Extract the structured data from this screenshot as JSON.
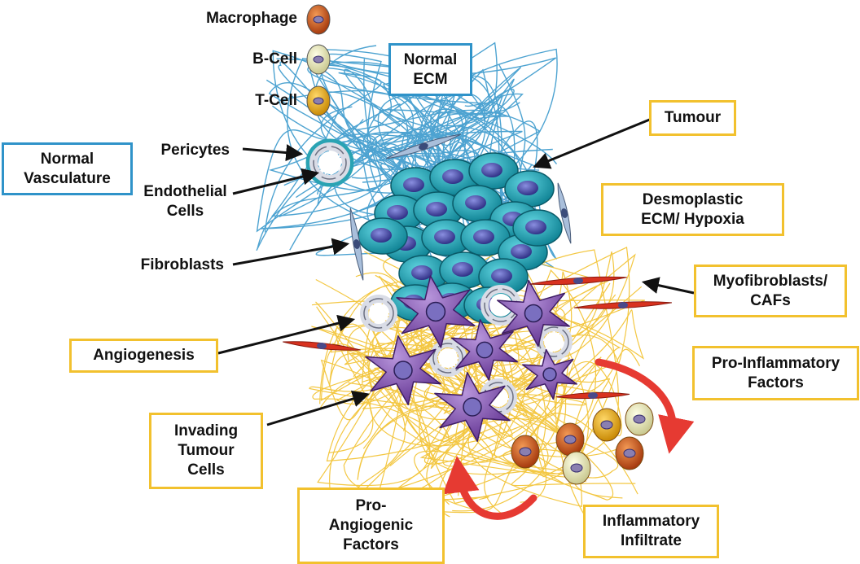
{
  "legend": {
    "macrophage": "Macrophage",
    "b_cell": "B-Cell",
    "t_cell": "T-Cell"
  },
  "labels": {
    "normal_ecm": "Normal\nECM",
    "normal_vasculature": "Normal\nVasculature",
    "pericytes": "Pericytes",
    "endothelial_cells": "Endothelial\nCells",
    "fibroblasts": "Fibroblasts",
    "tumour": "Tumour",
    "desmoplastic_ecm": "Desmoplastic\nECM/ Hypoxia",
    "myofibroblasts": "Myofibroblasts/\nCAFs",
    "angiogenesis": "Angiogenesis",
    "pro_inflammatory": "Pro-Inflammatory\nFactors",
    "invading_tumour_cells": "Invading\nTumour\nCells",
    "pro_angiogenic": "Pro-\nAngiogenic\nFactors",
    "inflammatory_infiltrate": "Inflammatory\nInfiltrate"
  },
  "colors": {
    "normal_box_border": "#2f93c9",
    "tumour_box_border": "#f2c12e",
    "normal_ecm_fibre": "#2f93c9",
    "desmoplastic_fibre": "#f2c12e",
    "tumour_cell": "#1fa6b8",
    "tumour_nucleus": "#3a3a9c",
    "invading_cell": "#8a55b5",
    "myofibroblast": "#d8321f",
    "fibroblast": "#8fa9c9",
    "macrophage": "#d45a1e",
    "b_cell": "#f1f0b8",
    "t_cell": "#f2b21a",
    "vessel": "#e4e7ef",
    "pericyte": "#2aa3b3",
    "cytokine_arrow": "#e63a32"
  }
}
